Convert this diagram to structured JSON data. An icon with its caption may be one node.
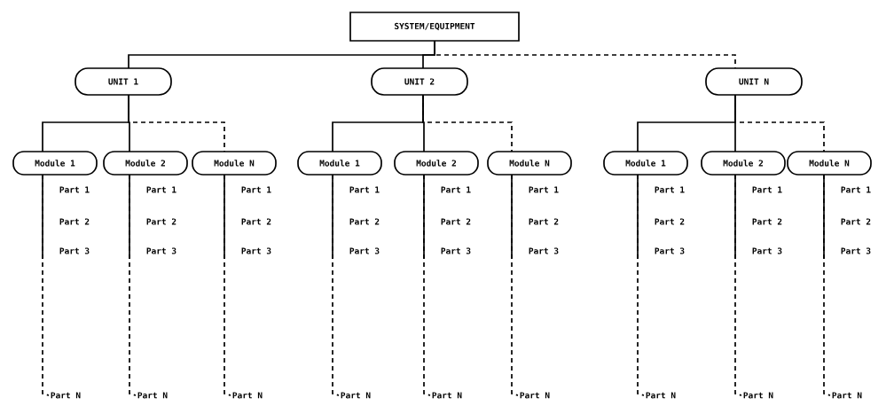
{
  "diagram": {
    "nodes": [
      {
        "text": [
          "SYSTEM/EQUIPMENT"
        ]
      },
      {
        "text": [
          "UNIT 1"
        ]
      },
      {
        "text": [
          "UNIT 2"
        ]
      },
      {
        "text": [
          "UNIT N"
        ]
      },
      {
        "text": [
          "Module 1"
        ]
      },
      {
        "text": [
          "Module 2"
        ]
      },
      {
        "text": [
          "Module N"
        ]
      },
      {
        "text": [
          "Module 1"
        ]
      },
      {
        "text": [
          "Module 2"
        ]
      },
      {
        "text": [
          "Module N"
        ]
      },
      {
        "text": [
          "Module 1"
        ]
      },
      {
        "text": [
          "Module 2"
        ]
      },
      {
        "text": [
          "Module N"
        ]
      },
      {
        "text": [
          "Part N"
        ]
      },
      {
        "text": [
          "Part N"
        ]
      },
      {
        "text": [
          "Part N"
        ]
      },
      {
        "text": [
          "Part N"
        ]
      },
      {
        "text": [
          "Part N"
        ]
      },
      {
        "text": [
          "Part N"
        ]
      },
      {
        "text": [
          "Part N"
        ]
      },
      {
        "text": [
          "Part N"
        ]
      },
      {
        "text": [
          "Part N"
        ]
      }
    ],
    "edges": [
      {
        "from": 0,
        "to": 1,
        "arrow": "none"
      },
      {
        "from": 0,
        "to": 2,
        "arrow": "none"
      },
      {
        "from": 0,
        "to": 3,
        "arrow": "none",
        "style": "dashed"
      },
      {
        "from": 1,
        "to": 4,
        "arrow": "none"
      },
      {
        "from": 1,
        "to": 5,
        "arrow": "none"
      },
      {
        "from": 1,
        "to": 6,
        "arrow": "none",
        "style": "dashed"
      },
      {
        "from": 2,
        "to": 7,
        "arrow": "none"
      },
      {
        "from": 2,
        "to": 8,
        "arrow": "none"
      },
      {
        "from": 2,
        "to": 9,
        "arrow": "none",
        "style": "dashed"
      },
      {
        "from": 3,
        "to": 10,
        "arrow": "none"
      },
      {
        "from": 3,
        "to": 11,
        "arrow": "none"
      },
      {
        "from": 3,
        "to": 12,
        "arrow": "none",
        "style": "dashed"
      },
      {
        "from": 4,
        "to": 13,
        "arrow": "none",
        "style": "dashed"
      },
      {
        "from": 5,
        "to": 14,
        "arrow": "none",
        "style": "dashed"
      },
      {
        "from": 6,
        "to": 15,
        "arrow": "none",
        "style": "dashed"
      },
      {
        "from": 7,
        "to": 16,
        "arrow": "none",
        "style": "dashed"
      },
      {
        "from": 8,
        "to": 17,
        "arrow": "none",
        "style": "dashed"
      },
      {
        "from": 9,
        "to": 18,
        "arrow": "none",
        "style": "dashed"
      },
      {
        "from": 10,
        "to": 19,
        "arrow": "none",
        "style": "dashed"
      },
      {
        "from": 11,
        "to": 20,
        "arrow": "none",
        "style": "dashed"
      },
      {
        "from": 12,
        "to": 21,
        "arrow": "none",
        "style": "dashed"
      }
    ],
    "labels": [
      "Part 1",
      "Part 1",
      "Part 1",
      "Part 1",
      "Part 1",
      "Part 1",
      "Part 1",
      "Part 1",
      "Part 1",
      "Part 2",
      "Part 2",
      "Part 2",
      "Part 2",
      "Part 2",
      "Part 2",
      "Part 2",
      "Part 2",
      "Part 2",
      "Part 3",
      "Part 3",
      "Part 3",
      "Part 3",
      "Part 3",
      "Part 3",
      "Part 3",
      "Part 3",
      "Part 3"
    ]
  }
}
